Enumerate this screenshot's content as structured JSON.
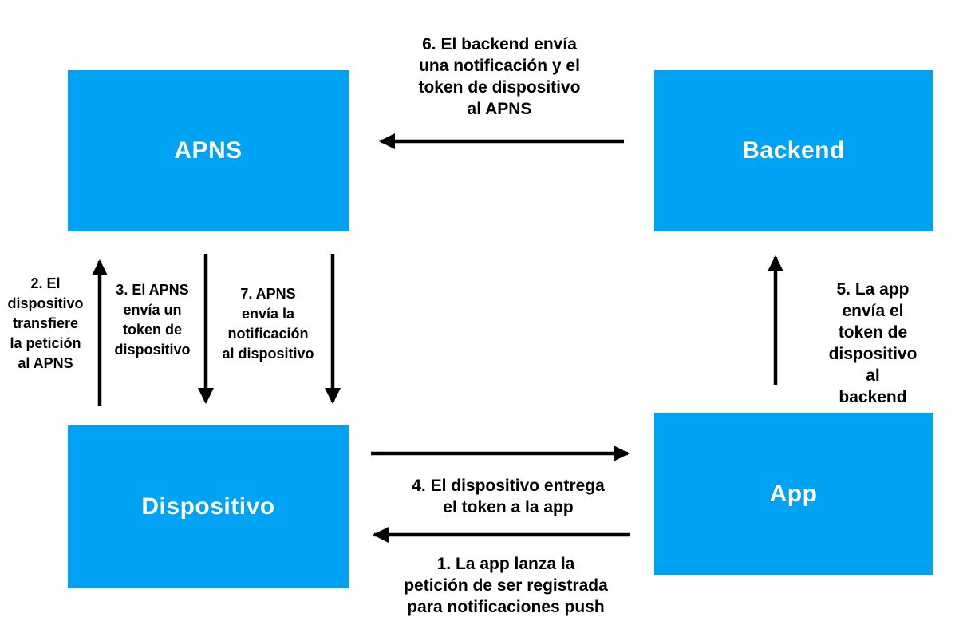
{
  "diagram": {
    "nodes": {
      "apns": {
        "label": "APNS"
      },
      "backend": {
        "label": "Backend"
      },
      "dispositivo": {
        "label": "Dispositivo"
      },
      "app": {
        "label": "App"
      }
    },
    "steps": {
      "step1": {
        "text": "1. La app lanza la\npetición de ser registrada\npara notificaciones push",
        "from": "app",
        "to": "dispositivo"
      },
      "step2": {
        "text": "2. El\ndispositivo\ntransfiere\nla petición\nal APNS",
        "from": "dispositivo",
        "to": "apns"
      },
      "step3": {
        "text": "3. El APNS\nenvía un\ntoken de\ndispositivo",
        "from": "apns",
        "to": "dispositivo"
      },
      "step4": {
        "text": "4. El dispositivo entrega\nel token a la app",
        "from": "dispositivo",
        "to": "app"
      },
      "step5": {
        "text": "5. La app envía el\ntoken de\ndispositivo al\nbackend",
        "from": "app",
        "to": "backend"
      },
      "step6": {
        "text": "6. El backend envía\nuna notificación y el\ntoken de dispositivo\nal APNS",
        "from": "backend",
        "to": "apns"
      },
      "step7": {
        "text": "7. APNS\nenvía la\nnotificación\nal dispositivo",
        "from": "apns",
        "to": "dispositivo"
      }
    },
    "colors": {
      "node_fill": "#00A2F3",
      "node_text": "#FFFFFF",
      "label_text": "#000000",
      "arrow": "#000000",
      "background": "#FFFFFF"
    }
  }
}
